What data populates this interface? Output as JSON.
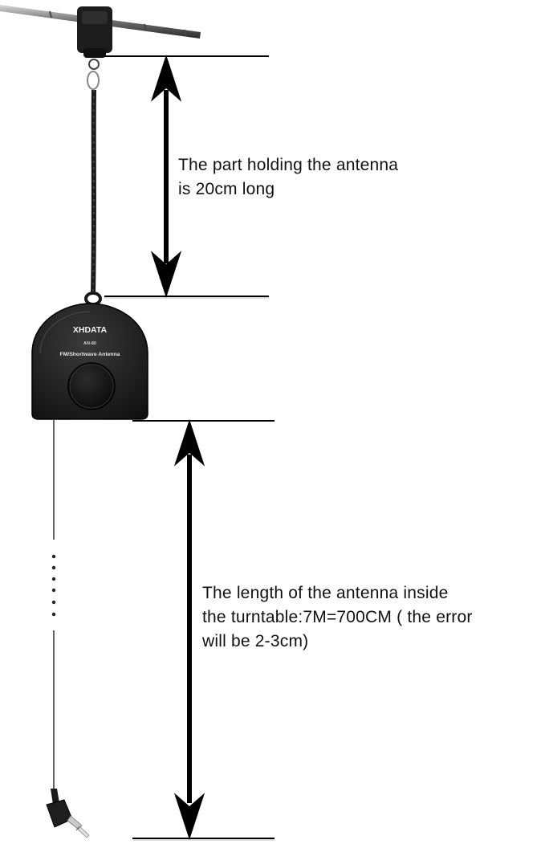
{
  "device": {
    "brand": "XHDATA",
    "model": "AN-80",
    "product_name": "FM/Shortwave Antenna"
  },
  "annotations": {
    "holder": {
      "line1": "The part holding the antenna",
      "line2": "is 20cm long"
    },
    "cable": {
      "line1": "The length of the antenna inside",
      "line2": "the turntable:7M=700CM ( the error",
      "line3": "will be 2-3cm)"
    }
  },
  "icons": [
    "telescopic-antenna-icon",
    "antenna-reel-icon",
    "audio-plug-icon",
    "double-arrow-icon"
  ]
}
